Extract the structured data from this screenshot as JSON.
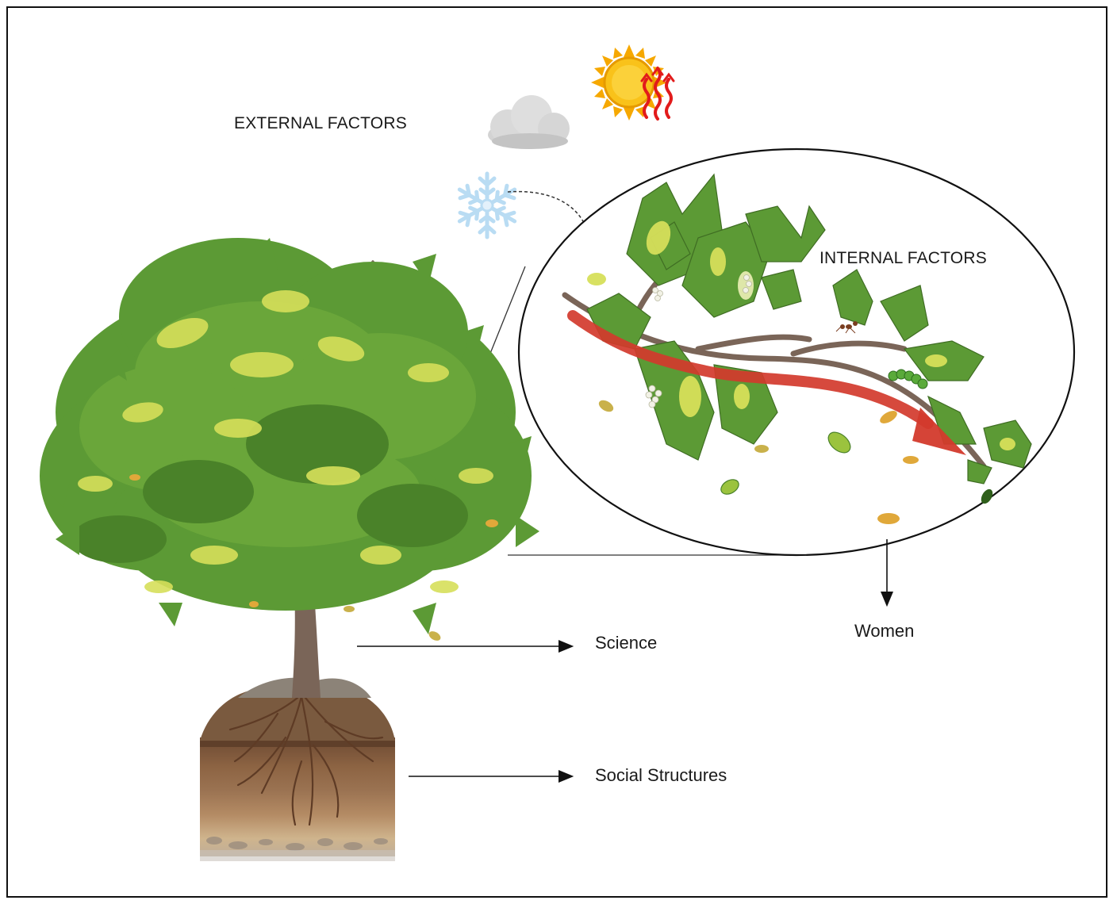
{
  "labels": {
    "external_factors": "EXTERNAL FACTORS",
    "internal_factors": "INTERNAL FACTORS",
    "women": "Women",
    "science": "Science",
    "social_structures": "Social Structures"
  },
  "colors": {
    "leaf_dark": "#4f8a2b",
    "leaf_mid": "#6aa63a",
    "leaf_light": "#d6df5a",
    "trunk": "#7a6558",
    "soil_top": "#7a5a3f",
    "soil_mid": "#8d6443",
    "soil_low": "#c9a77e",
    "sun": "#f6b800",
    "heat": "#e21b1b",
    "snow": "#cfe6f7",
    "cloud": "#d6d6d6",
    "flow_arrow": "#d33a2c"
  },
  "icons": [
    "sun-icon",
    "heat-waves-icon",
    "cloud-icon",
    "snowflake-icon",
    "caterpillar-icon",
    "ant-icon"
  ]
}
